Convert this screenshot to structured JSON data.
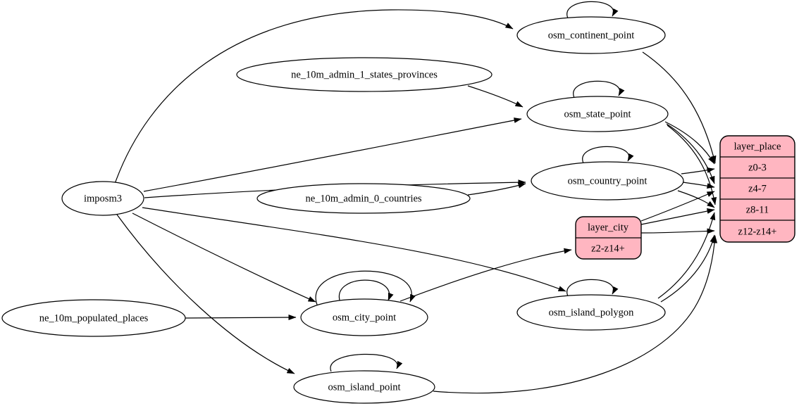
{
  "diagram": {
    "kind": "etl-dependency-graph",
    "background": "#ffffff",
    "colors": {
      "node_fill": "#ffffff",
      "record_fill": "#ffb6c1",
      "stroke": "#000000"
    }
  },
  "nodes": {
    "imposm3": {
      "label": "imposm3",
      "shape": "ellipse"
    },
    "ne_10m_admin_1_states_provinces": {
      "label": "ne_10m_admin_1_states_provinces",
      "shape": "ellipse"
    },
    "ne_10m_admin_0_countries": {
      "label": "ne_10m_admin_0_countries",
      "shape": "ellipse"
    },
    "ne_10m_populated_places": {
      "label": "ne_10m_populated_places",
      "shape": "ellipse"
    },
    "osm_continent_point": {
      "label": "osm_continent_point",
      "shape": "ellipse"
    },
    "osm_state_point": {
      "label": "osm_state_point",
      "shape": "ellipse"
    },
    "osm_country_point": {
      "label": "osm_country_point",
      "shape": "ellipse"
    },
    "osm_city_point": {
      "label": "osm_city_point",
      "shape": "ellipse"
    },
    "osm_island_polygon": {
      "label": "osm_island_polygon",
      "shape": "ellipse"
    },
    "osm_island_point": {
      "label": "osm_island_point",
      "shape": "ellipse"
    },
    "layer_city": {
      "label": "layer_city",
      "shape": "record",
      "rows": [
        "z2-z14+"
      ]
    },
    "layer_place": {
      "label": "layer_place",
      "shape": "record",
      "rows": [
        "z0-3",
        "z4-7",
        "z8-11",
        "z12-z14+"
      ]
    }
  },
  "edges": [
    {
      "from": "imposm3",
      "to": "osm_continent_point"
    },
    {
      "from": "imposm3",
      "to": "osm_state_point"
    },
    {
      "from": "imposm3",
      "to": "osm_country_point"
    },
    {
      "from": "imposm3",
      "to": "osm_city_point"
    },
    {
      "from": "imposm3",
      "to": "osm_island_polygon"
    },
    {
      "from": "imposm3",
      "to": "osm_island_point"
    },
    {
      "from": "ne_10m_admin_1_states_provinces",
      "to": "osm_state_point"
    },
    {
      "from": "ne_10m_admin_0_countries",
      "to": "osm_country_point"
    },
    {
      "from": "ne_10m_populated_places",
      "to": "osm_city_point"
    },
    {
      "from": "osm_continent_point",
      "to": "osm_continent_point"
    },
    {
      "from": "osm_state_point",
      "to": "osm_state_point"
    },
    {
      "from": "osm_country_point",
      "to": "osm_country_point"
    },
    {
      "from": "osm_city_point",
      "to": "osm_city_point"
    },
    {
      "from": "osm_city_point",
      "to": "osm_city_point"
    },
    {
      "from": "osm_island_polygon",
      "to": "osm_island_polygon"
    },
    {
      "from": "osm_island_point",
      "to": "osm_island_point"
    },
    {
      "from": "osm_city_point",
      "to": "layer_city",
      "to_port": "z2-z14+"
    },
    {
      "from": "osm_continent_point",
      "to": "layer_place",
      "to_port": "z0-3"
    },
    {
      "from": "osm_state_point",
      "to": "layer_place",
      "to_port": "z0-3"
    },
    {
      "from": "osm_state_point",
      "to": "layer_place",
      "to_port": "z4-7"
    },
    {
      "from": "osm_state_point",
      "to": "layer_place",
      "to_port": "z8-11"
    },
    {
      "from": "osm_country_point",
      "to": "layer_place",
      "to_port": "z0-3"
    },
    {
      "from": "osm_country_point",
      "to": "layer_place",
      "to_port": "z4-7"
    },
    {
      "from": "osm_country_point",
      "to": "layer_place",
      "to_port": "z8-11"
    },
    {
      "from": "layer_city",
      "to": "layer_place",
      "to_port": "z4-7"
    },
    {
      "from": "layer_city",
      "to": "layer_place",
      "to_port": "z8-11"
    },
    {
      "from": "layer_city",
      "to": "layer_place",
      "to_port": "z12-z14+"
    },
    {
      "from": "osm_island_polygon",
      "to": "layer_place",
      "to_port": "z8-11"
    },
    {
      "from": "osm_island_polygon",
      "to": "layer_place",
      "to_port": "z12-z14+"
    },
    {
      "from": "osm_island_point",
      "to": "layer_place",
      "to_port": "z12-z14+"
    }
  ]
}
